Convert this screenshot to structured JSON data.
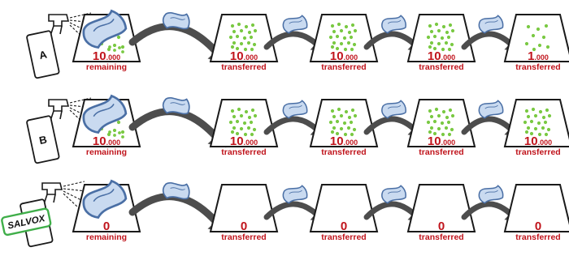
{
  "colors": {
    "count_red": "#c0141c",
    "germ_green": "#7ac943",
    "wipe_blue": "#c9daf0",
    "wipe_stroke": "#4a6fa5",
    "arrow_gray": "#4d4d4d",
    "salvox_green": "#3fae49"
  },
  "rows": [
    {
      "product_label": "A",
      "product_style": "plain",
      "cells": [
        {
          "big": "10",
          "small": ".000",
          "status": "remaining",
          "germs": "dense"
        },
        {
          "big": "10",
          "small": ".000",
          "status": "transferred",
          "germs": "dense"
        },
        {
          "big": "10",
          "small": ".000",
          "status": "transferred",
          "germs": "dense"
        },
        {
          "big": "10",
          "small": ".000",
          "status": "transferred",
          "germs": "dense"
        },
        {
          "big": "1",
          "small": ".000",
          "status": "transferred",
          "germs": "sparse"
        }
      ]
    },
    {
      "product_label": "B",
      "product_style": "plain",
      "cells": [
        {
          "big": "10",
          "small": ".000",
          "status": "remaining",
          "germs": "dense"
        },
        {
          "big": "10",
          "small": ".000",
          "status": "transferred",
          "germs": "dense"
        },
        {
          "big": "10",
          "small": ".000",
          "status": "transferred",
          "germs": "dense"
        },
        {
          "big": "10",
          "small": ".000",
          "status": "transferred",
          "germs": "dense"
        },
        {
          "big": "10",
          "small": ".000",
          "status": "transferred",
          "germs": "dense"
        }
      ]
    },
    {
      "product_label": "SALVOX",
      "product_style": "boxed",
      "cells": [
        {
          "big": "0",
          "small": "",
          "status": "remaining",
          "germs": "none"
        },
        {
          "big": "0",
          "small": "",
          "status": "transferred",
          "germs": "none"
        },
        {
          "big": "0",
          "small": "",
          "status": "transferred",
          "germs": "none"
        },
        {
          "big": "0",
          "small": "",
          "status": "transferred",
          "germs": "none"
        },
        {
          "big": "0",
          "small": "",
          "status": "transferred",
          "germs": "none"
        }
      ]
    }
  ]
}
